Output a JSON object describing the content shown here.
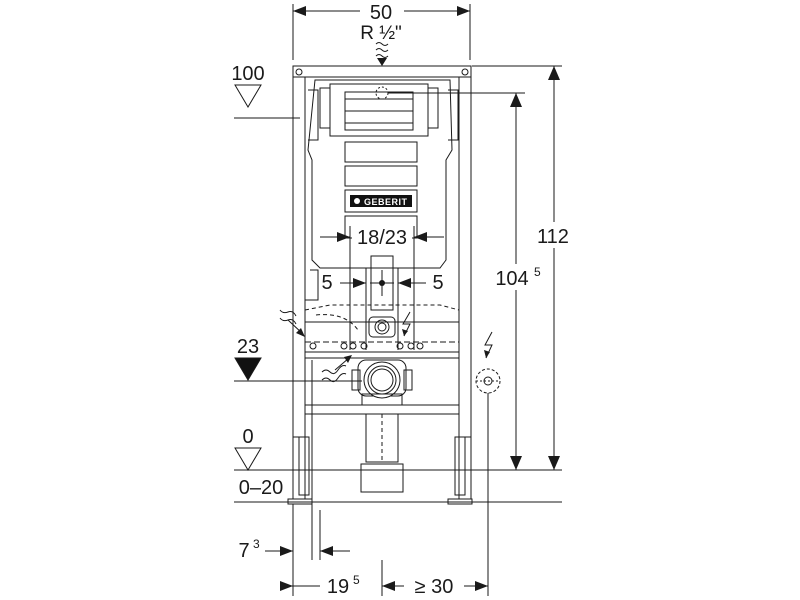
{
  "dimensions": {
    "width_top": "50",
    "pipe_thread": "R ½\"",
    "level_100": "100",
    "level_23": "23",
    "level_0": "0",
    "floor_range": "0–20",
    "height_total": "112",
    "height_inner_base": "104",
    "height_inner_sup": "5",
    "drain_spacing": "18/23",
    "offset_left": "5",
    "offset_right": "5",
    "foot_offset_base": "7",
    "foot_offset_sup": "3",
    "axis_offset_base": "19",
    "axis_offset_sup": "5",
    "socket_distance": "≥ 30"
  },
  "logo": {
    "text": "GEBERIT"
  },
  "symbols": {
    "water_icon": "water-supply-icon",
    "electric_icon": "electric-supply-icon",
    "level_marker_icon": "level-triangle-icon",
    "socket_icon": "power-socket-icon"
  },
  "colors": {
    "line": "#1a1a1a",
    "fill_dark": "#111111",
    "fill_light": "#ffffff"
  }
}
